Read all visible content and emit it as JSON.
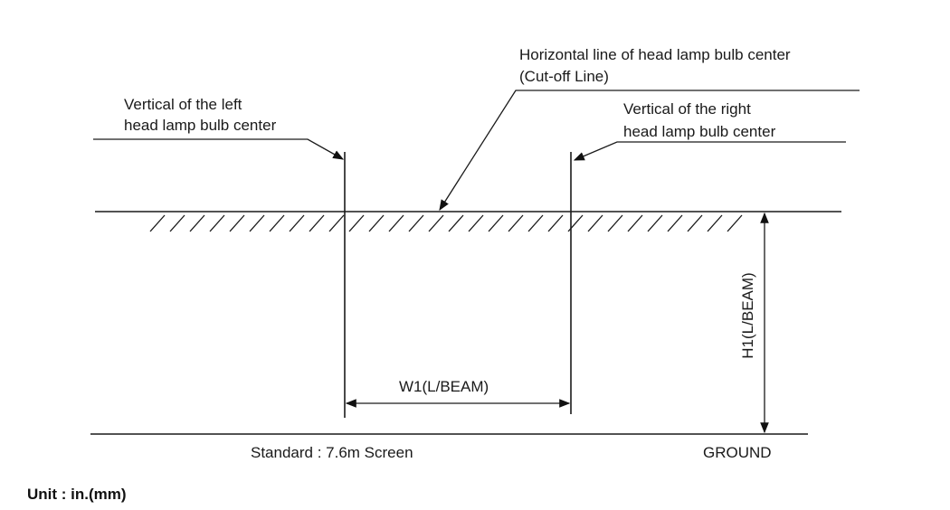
{
  "labels": {
    "left_vertical_line1": "Vertical of the left",
    "left_vertical_line2": "head lamp bulb center",
    "cutoff_line1": "Horizontal line of head lamp bulb center",
    "cutoff_line2": "(Cut-off Line)",
    "right_vertical_line1": "Vertical of the right",
    "right_vertical_line2": "head lamp bulb center",
    "w1": "W1(L/BEAM)",
    "h1": "H1(L/BEAM)",
    "standard": "Standard : 7.6m Screen",
    "ground": "GROUND"
  },
  "unit": "Unit : in.(mm)"
}
